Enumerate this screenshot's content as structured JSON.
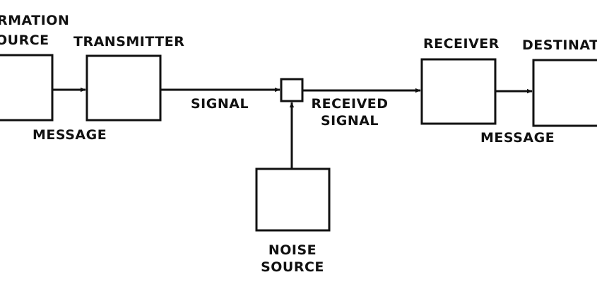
{
  "diagram": {
    "colors": {
      "ink": "#111111",
      "background": "#ffffff"
    },
    "labels": {
      "information_source_line1": "RMATION",
      "information_source_line2": "OURCE",
      "transmitter": "TRANSMITTER",
      "signal": "SIGNAL",
      "received_signal_line1": "RECEIVED",
      "received_signal_line2": "SIGNAL",
      "receiver": "RECEIVER",
      "destination": "DESTINAT",
      "message_left": "MESSAGE",
      "message_right": "MESSAGE",
      "noise_source_line1": "NOISE",
      "noise_source_line2": "SOURCE"
    }
  }
}
